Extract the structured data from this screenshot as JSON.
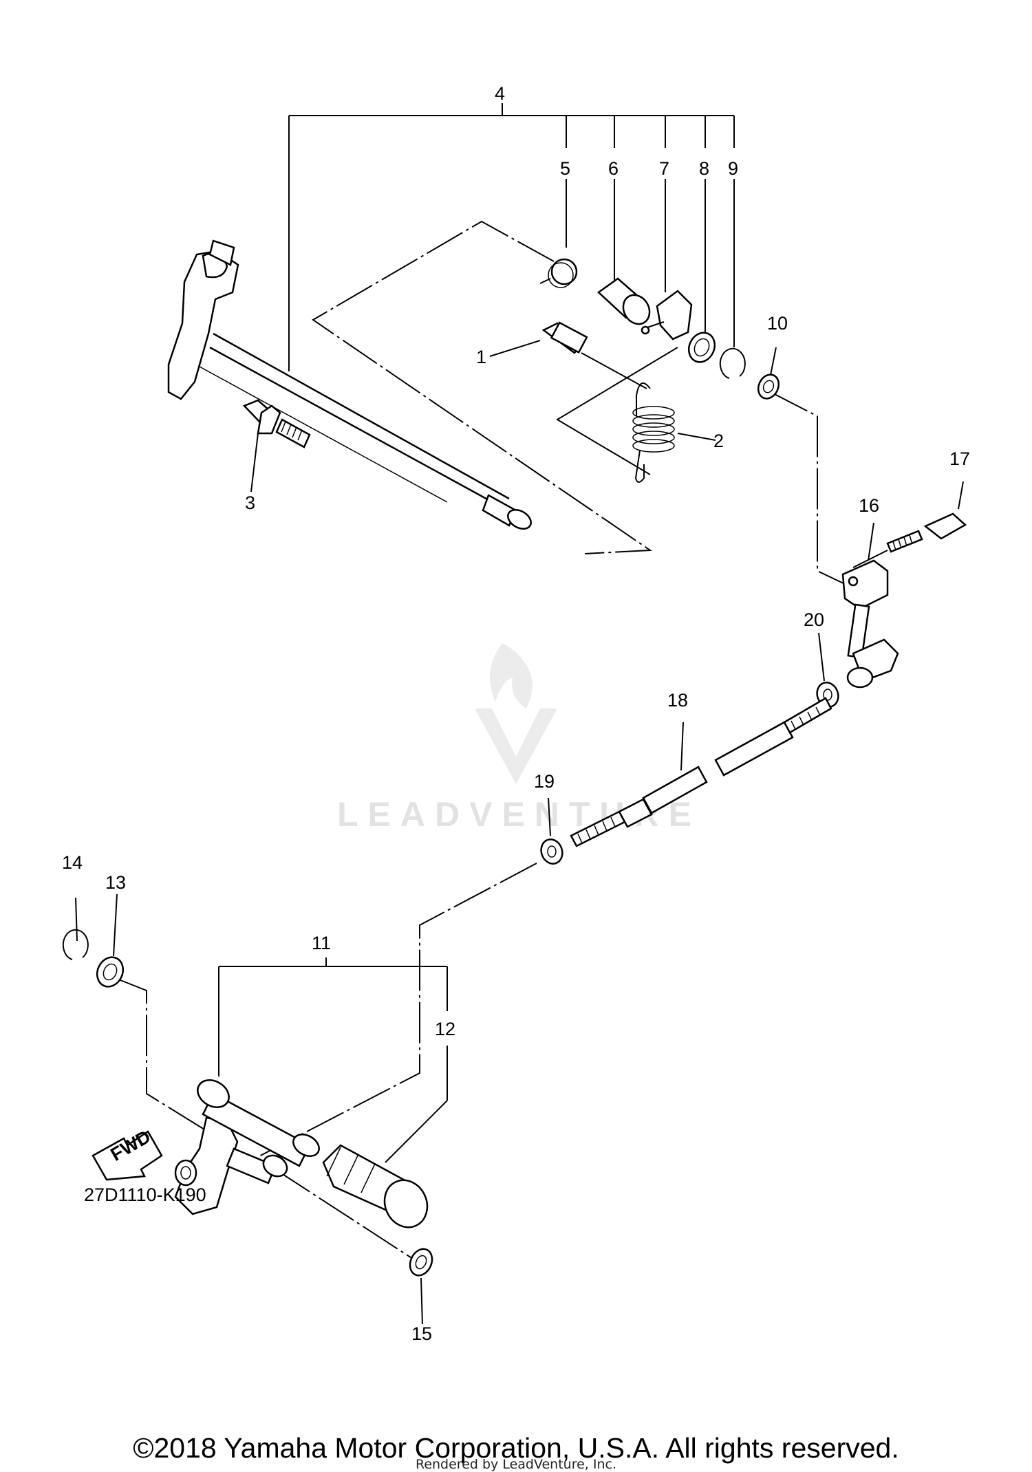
{
  "diagram": {
    "callouts": [
      "1",
      "2",
      "3",
      "4",
      "5",
      "6",
      "7",
      "8",
      "9",
      "10",
      "11",
      "12",
      "13",
      "14",
      "15",
      "16",
      "17",
      "18",
      "19",
      "20"
    ],
    "fwd_label": "FWD",
    "drawing_code": "27D1110-K190",
    "watermark": "LEADVENTURE"
  },
  "footer": {
    "copyright": "©2018 Yamaha Motor Corporation, U.S.A. All rights reserved.",
    "rendered_by": "Rendered by LeadVenture, Inc."
  }
}
